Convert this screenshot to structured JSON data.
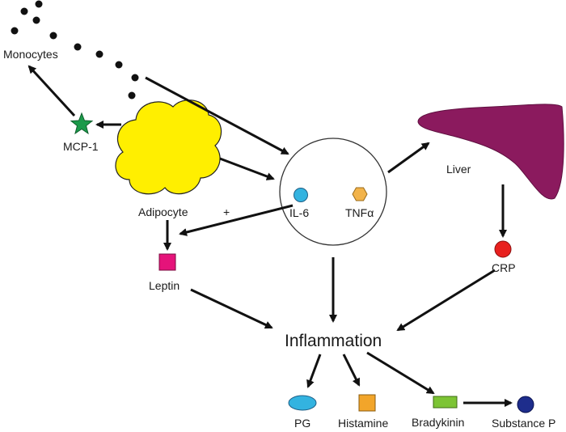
{
  "diagram": {
    "labels": {
      "monocytes": "Monocytes",
      "mcp1": "MCP-1",
      "adipocyte": "Adipocyte",
      "plus": "+",
      "il6": "IL-6",
      "tnfa": "TNFα",
      "liver": "Liver",
      "crp": "CRP",
      "leptin": "Leptin",
      "inflammation": "Inflammation",
      "pg": "PG",
      "histamine": "Histamine",
      "bradykinin": "Bradykinin",
      "substance_p": "Substance P"
    },
    "colors": {
      "adipocyte": "#ffef00",
      "mcp1": "#1b9a4a",
      "il6": "#33b3e0",
      "tnfa": "#f2b34a",
      "liver": "#8b1a5e",
      "crp": "#e8201e",
      "leptin": "#e5137a",
      "pg": "#33b3e0",
      "histamine": "#f2a52a",
      "bradykinin": "#7cc434",
      "substance_p": "#1e2d8c"
    }
  }
}
